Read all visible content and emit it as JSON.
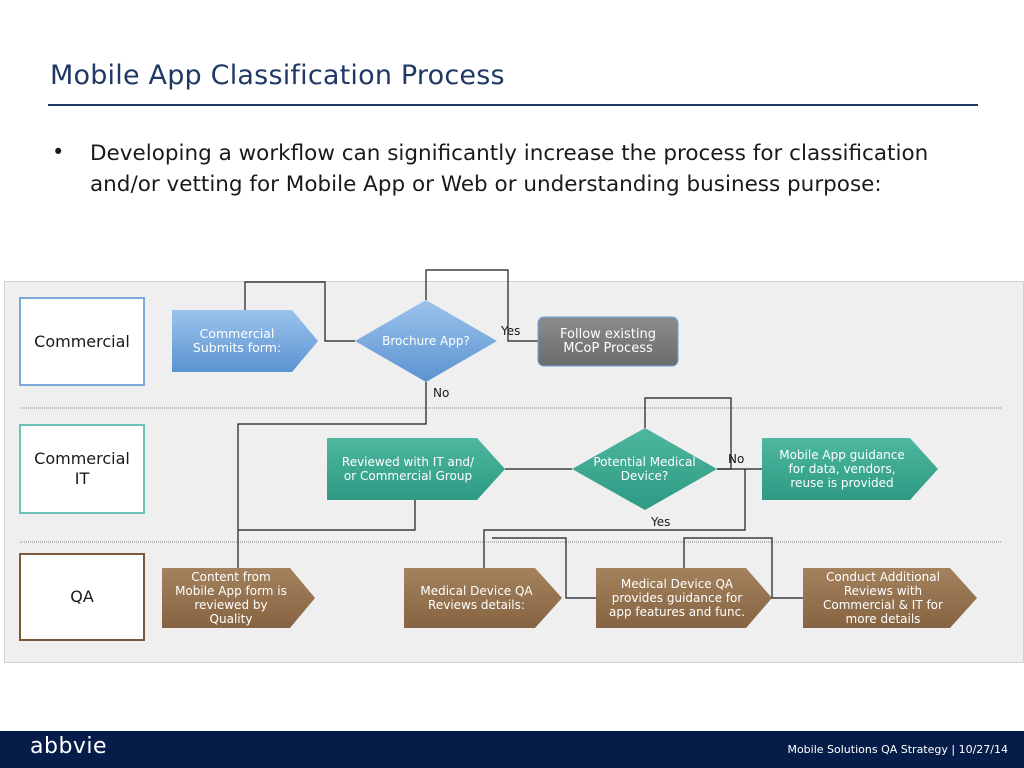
{
  "slide": {
    "title": "Mobile App Classification Process",
    "bullet_marker": "•",
    "bullet_text": "Developing a workflow can significantly increase the process for classification and/or vetting for Mobile App or Web or understanding business purpose:"
  },
  "lanes": {
    "commercial": "Commercial",
    "commercial_it": "Commercial\nIT",
    "qa": "QA"
  },
  "nodes": {
    "commercial_submits": "Commercial\nSubmits form:",
    "brochure_app": "Brochure App?",
    "follow_existing": "Follow existing\nMCoP Process",
    "reviewed_it": "Reviewed with IT and/\nor Commercial Group",
    "potential_medical": "Potential Medical\nDevice?",
    "mobile_app_guidance": "Mobile App guidance\nfor data, vendors,\nreuse is provided",
    "content_reviewed": "Content from\nMobile App form is\nreviewed by\nQuality",
    "md_qa_reviews": "Medical Device QA\nReviews details:",
    "md_qa_guidance": "Medical Device QA\nprovides guidance for\napp features and func.",
    "conduct_additional": "Conduct Additional\nReviews with\nCommercial & IT for\nmore details"
  },
  "edge_labels": {
    "brochure_yes": "Yes",
    "brochure_no": "No",
    "medical_no": "No",
    "medical_yes": "Yes"
  },
  "colors": {
    "title": "#1f3864",
    "commercial_lane_border": "#7ba7d9",
    "it_lane_border": "#6cc3b5",
    "qa_lane_border": "#7a5a3a",
    "blue_node": "#6fa3db",
    "teal_node": "#3aa58f",
    "brown_node": "#94714d",
    "gray_node": "#7f7f7f",
    "footer": "#071d49"
  },
  "footer": {
    "logo": "abbvie",
    "text": "Mobile Solutions QA Strategy  |  10/27/14"
  }
}
